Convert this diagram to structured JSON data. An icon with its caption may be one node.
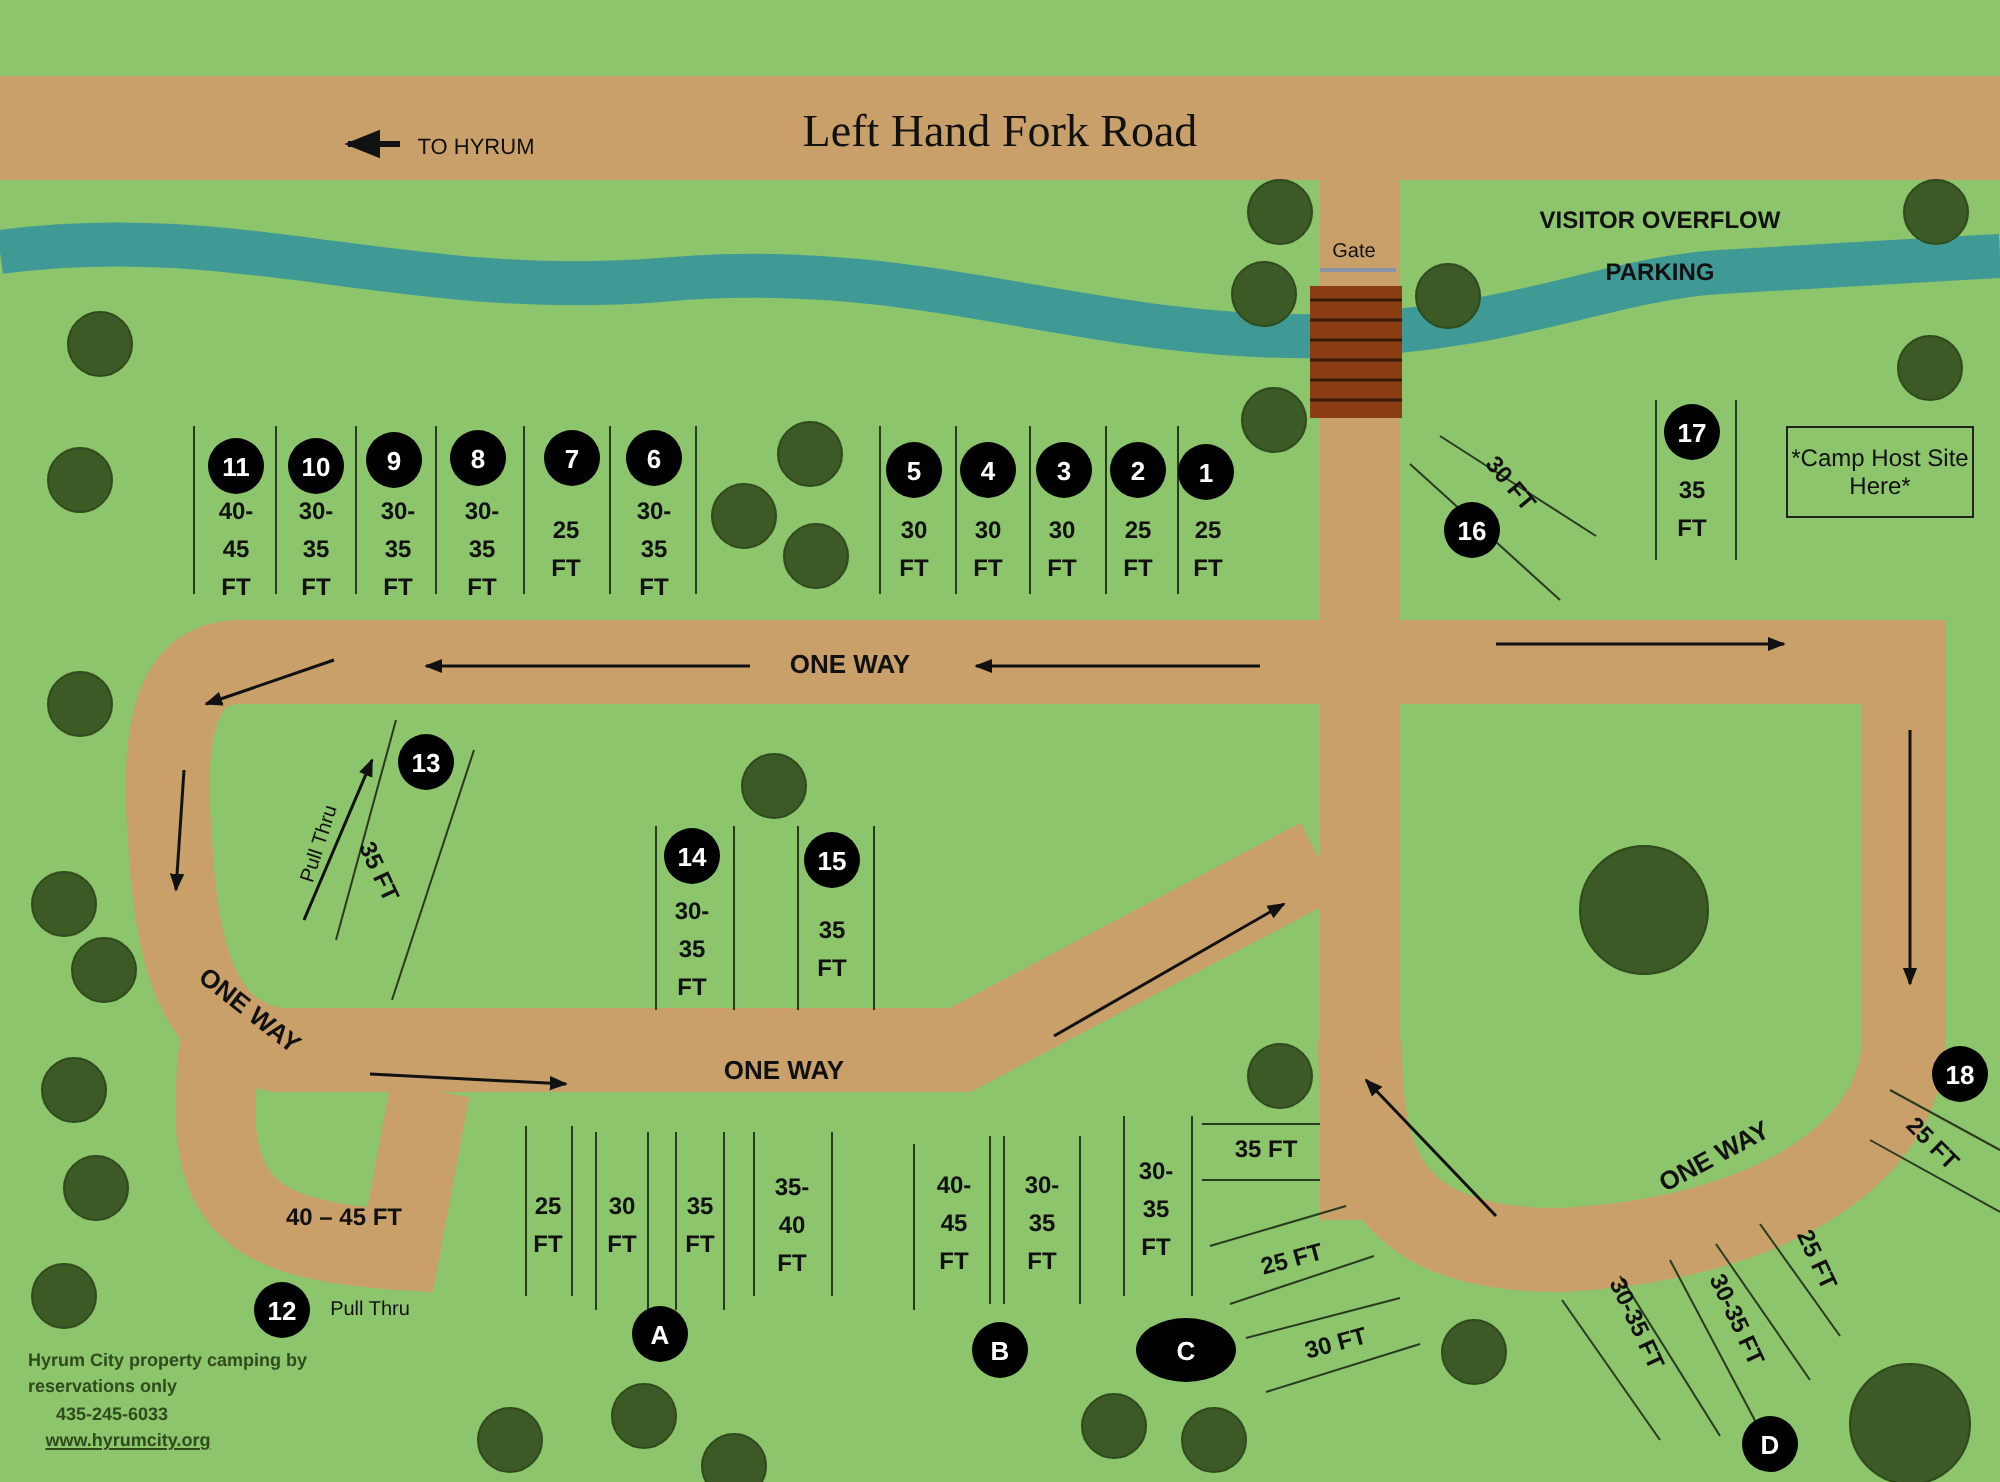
{
  "diagram": {
    "nodes": [
      {
        "text": [
          "11"
        ],
        "beside": [
          "40-45 FT"
        ]
      },
      {
        "text": [
          "10"
        ],
        "beside": [
          "30-35 FT"
        ]
      },
      {
        "text": [
          "9"
        ],
        "beside": [
          "30-35 FT"
        ]
      },
      {
        "text": [
          "8"
        ],
        "beside": [
          "30-35 FT"
        ]
      },
      {
        "text": [
          "7"
        ],
        "beside": [
          "25 FT"
        ]
      },
      {
        "text": [
          "6"
        ],
        "beside": [
          "30-35 FT"
        ]
      },
      {
        "text": [
          "5"
        ],
        "beside": [
          "30 FT"
        ]
      },
      {
        "text": [
          "4"
        ],
        "beside": [
          "30 FT"
        ]
      },
      {
        "text": [
          "3"
        ],
        "beside": [
          "30 FT"
        ]
      },
      {
        "text": [
          "2"
        ],
        "beside": [
          "25 FT"
        ]
      },
      {
        "text": [
          "1"
        ],
        "beside": [
          "25 FT"
        ]
      },
      {
        "text": [
          "16"
        ],
        "beside": [
          "30 FT"
        ]
      },
      {
        "text": [
          "17"
        ],
        "beside": [
          "35 FT"
        ]
      },
      {
        "text": [
          "*Camp Host Site Here*"
        ]
      },
      {
        "text": [
          "13"
        ],
        "beside": [
          "Pull Thru",
          "35 FT"
        ]
      },
      {
        "text": [
          "14"
        ],
        "beside": [
          "30-35 FT"
        ]
      },
      {
        "text": [
          "15"
        ],
        "beside": [
          "35 FT"
        ]
      },
      {
        "text": [
          "18"
        ],
        "beside": [
          "25 FT"
        ]
      },
      {
        "text": [
          "12"
        ],
        "beside": [
          "Pull Thru",
          "40 – 45 FT"
        ]
      },
      {
        "text": [
          "A"
        ],
        "beside": [
          "25 FT",
          "30 FT",
          "35 FT",
          "35-40 FT"
        ]
      },
      {
        "text": [
          "B"
        ],
        "beside": [
          "40-45 FT",
          "30-35 FT"
        ]
      },
      {
        "text": [
          "C"
        ],
        "beside": [
          "30-35 FT",
          "35 FT",
          "25 FT",
          "30 FT"
        ]
      },
      {
        "text": [
          "D"
        ],
        "beside": [
          "30-35 FT",
          "30-35 FT",
          "25 FT"
        ]
      }
    ],
    "labels": [
      "TO HYRUM",
      "Left Hand Fork Road",
      "Gate",
      "VISITOR OVERFLOW PARKING",
      "ONE WAY",
      "ONE WAY",
      "ONE WAY",
      "ONE WAY",
      "Hyrum City property camping by reservations only",
      "435-245-6033",
      "www.hyrumcity.org"
    ]
  }
}
